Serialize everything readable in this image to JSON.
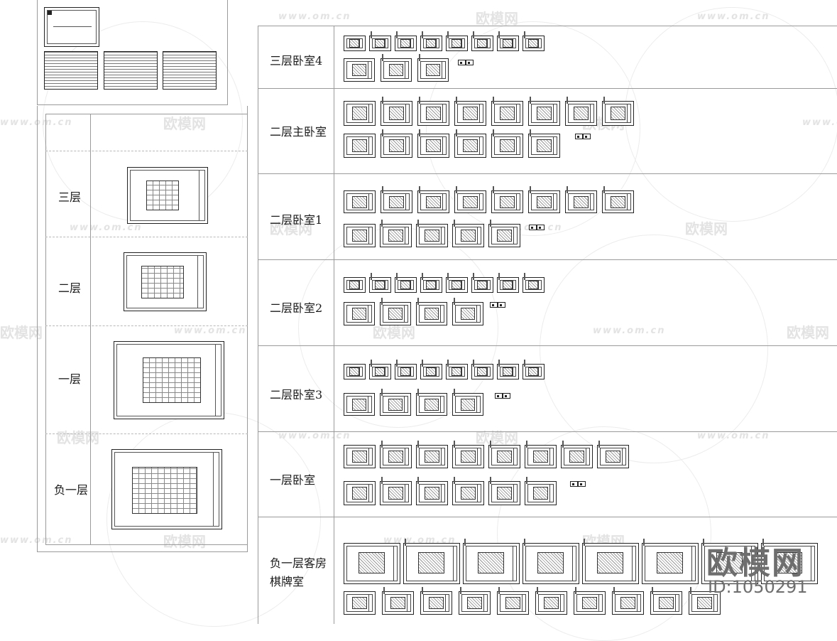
{
  "watermark": {
    "url": "www.om.cn",
    "logo": "欧模网"
  },
  "overview": {
    "floors": [
      {
        "label": "三层"
      },
      {
        "label": "二层"
      },
      {
        "label": "一层"
      },
      {
        "label": "负一层"
      }
    ]
  },
  "rooms": [
    {
      "label": "三层卧室4",
      "row1": 8,
      "row2": 3
    },
    {
      "label": "二层主卧室",
      "row1": 8,
      "row2": 6
    },
    {
      "label": "二层卧室1",
      "row1": 8,
      "row2": 5
    },
    {
      "label": "二层卧室2",
      "row1": 8,
      "row2": 4
    },
    {
      "label": "二层卧室3",
      "row1": 8,
      "row2": 4
    },
    {
      "label": "一层卧室",
      "row1": 8,
      "row2": 6
    },
    {
      "label": "负一层客房\n棋牌室",
      "row1": 8,
      "row2": 10
    }
  ],
  "brand": {
    "name": "欧模网",
    "id": "ID:1050291"
  }
}
